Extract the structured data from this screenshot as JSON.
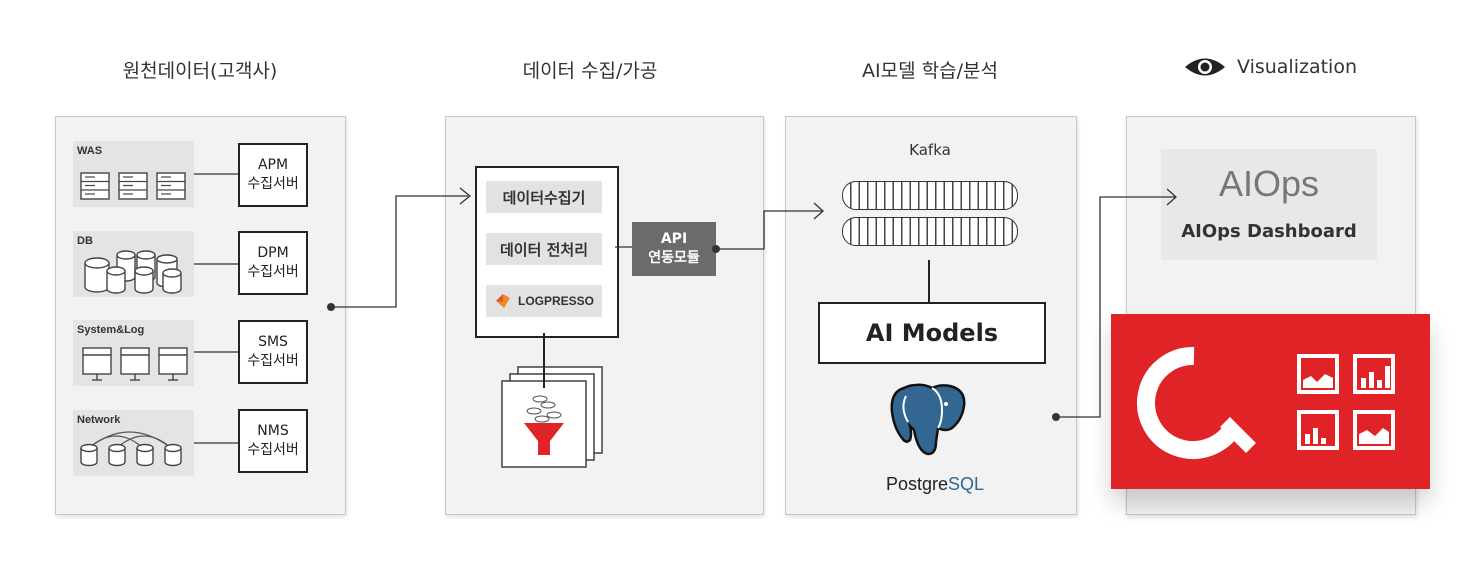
{
  "columns": {
    "source": "원천데이터(고객사)",
    "collect": "데이터 수집/가공",
    "ai": "AI모델 학습/분석",
    "viz": "Visualization"
  },
  "sources": [
    {
      "label": "WAS",
      "server_line1": "APM",
      "server_line2": "수집서버"
    },
    {
      "label": "DB",
      "server_line1": "DPM",
      "server_line2": "수집서버"
    },
    {
      "label": "System&Log",
      "server_line1": "SMS",
      "server_line2": "수집서버"
    },
    {
      "label": "Network",
      "server_line1": "NMS",
      "server_line2": "수집서버"
    }
  ],
  "collector": {
    "item1": "데이터수집기",
    "item2": "데이터 전처리",
    "logpresso": "LOGPRESSO"
  },
  "api_module": {
    "line1": "API",
    "line2": "연동모듈"
  },
  "ai": {
    "kafka": "Kafka",
    "models": "AI Models",
    "postgres_prefix": "Postgre",
    "postgres_suffix": "SQL"
  },
  "viz": {
    "logo": "AIOps",
    "dashboard": "AIOps Dashboard"
  },
  "colors": {
    "accent_red": "#e02326",
    "api_gray": "#6b6b6b",
    "postgres_blue": "#336791"
  }
}
